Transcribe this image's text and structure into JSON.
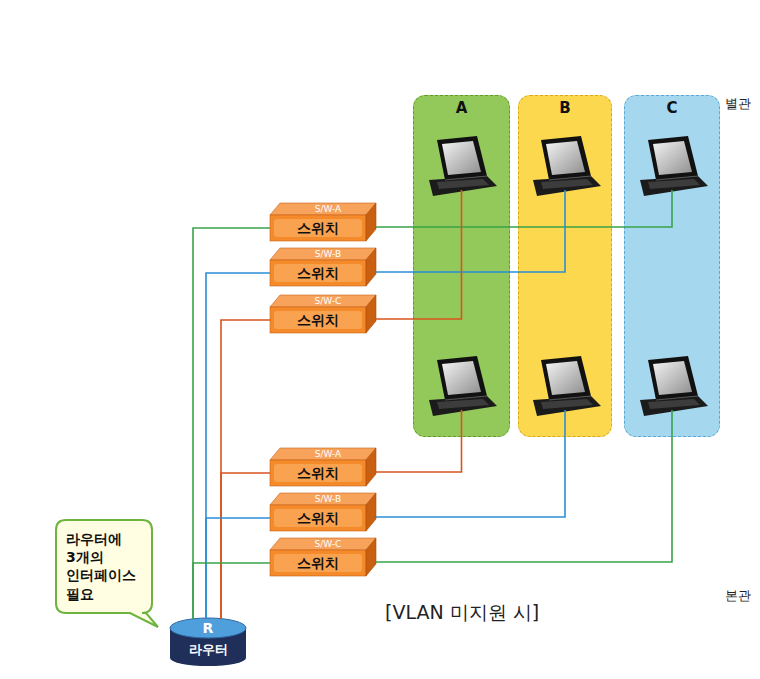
{
  "diagram": {
    "caption": "[VLAN 미지원 시]",
    "nodes": [
      {
        "text": [
          "A"
        ]
      },
      {
        "text": [
          "B"
        ]
      },
      {
        "text": [
          "C"
        ]
      },
      {
        "text": [
          "S/W-A",
          "스위치"
        ]
      },
      {
        "text": [
          "S/W-B",
          "스위치"
        ]
      },
      {
        "text": [
          "S/W-C",
          "스위치"
        ]
      },
      {
        "text": [
          "S/W-A",
          "스위치"
        ]
      },
      {
        "text": [
          "S/W-B",
          "스위치"
        ]
      },
      {
        "text": [
          "S/W-C",
          "스위치"
        ]
      },
      {
        "text": [
          "라우터에 3개의 인터페이스 필요"
        ]
      },
      {
        "text": [
          "R",
          "라우터"
        ]
      }
    ],
    "edges": [
      {
        "from": 10,
        "to": 3,
        "arrow": "none"
      },
      {
        "from": 10,
        "to": 4,
        "arrow": "none"
      },
      {
        "from": 10,
        "to": 5,
        "arrow": "none"
      },
      {
        "from": 10,
        "to": 6,
        "arrow": "none"
      },
      {
        "from": 10,
        "to": 7,
        "arrow": "none"
      },
      {
        "from": 10,
        "to": 8,
        "arrow": "none"
      },
      {
        "from": 3,
        "to": 2,
        "arrow": "none"
      },
      {
        "from": 4,
        "to": 1,
        "arrow": "none"
      },
      {
        "from": 5,
        "to": 0,
        "arrow": "none"
      },
      {
        "from": 6,
        "to": 0,
        "arrow": "none"
      },
      {
        "from": 7,
        "to": 1,
        "arrow": "none"
      },
      {
        "from": 8,
        "to": 2,
        "arrow": "none"
      }
    ],
    "labels": [
      "별관",
      "본관"
    ]
  }
}
